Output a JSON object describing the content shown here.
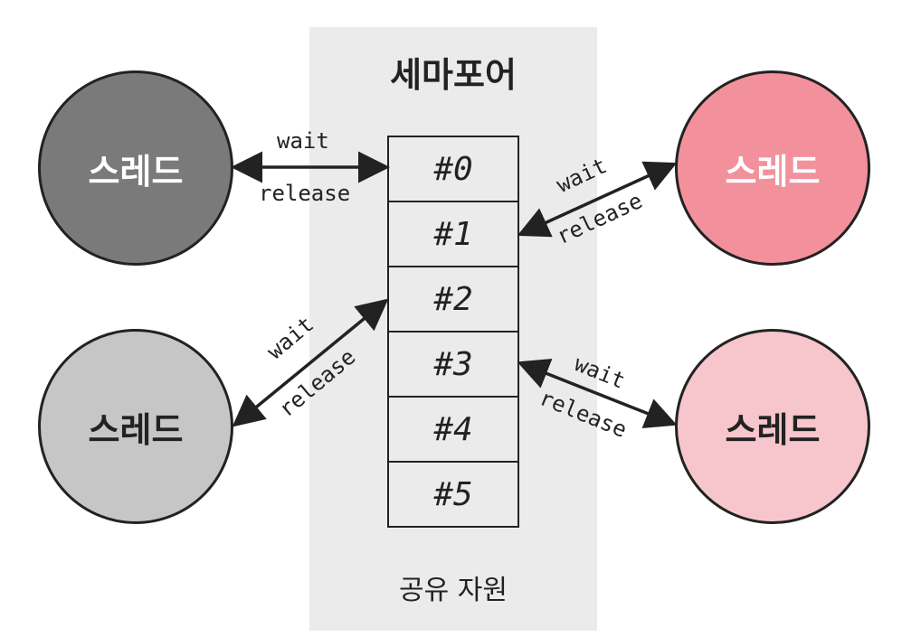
{
  "semaphore": {
    "title": "세마포어",
    "resource_label": "공유 자원",
    "slots": [
      "#0",
      "#1",
      "#2",
      "#3",
      "#4",
      "#5"
    ]
  },
  "threads": [
    {
      "label": "스레드",
      "color": "#7a7a7a",
      "text_color": "#ffffff"
    },
    {
      "label": "스레드",
      "color": "#c6c6c6",
      "text_color": "#222222"
    },
    {
      "label": "스레드",
      "color": "#f2919c",
      "text_color": "#ffffff"
    },
    {
      "label": "스레드",
      "color": "#f6c6cc",
      "text_color": "#222222"
    }
  ],
  "arrows": {
    "wait": "wait",
    "release": "release"
  }
}
